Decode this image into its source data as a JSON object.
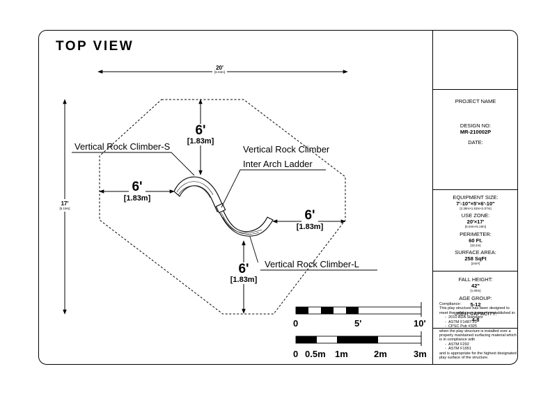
{
  "title": "TOP VIEW",
  "dims": {
    "width_ft": "20'",
    "width_m": "[6.04m]",
    "height_ft": "17'",
    "height_m": "[5.19m]",
    "zone_ft": "6'",
    "zone_m": "[1.83m]"
  },
  "callouts": {
    "climber_s": "Vertical Rock Climber-S",
    "inter_arch_1": "Vertical Rock Climber",
    "inter_arch_2": "Inter Arch Ladder",
    "climber_l": "Vertical Rock Climber-L"
  },
  "scale_ft": [
    "0",
    "5'",
    "10'"
  ],
  "scale_m": [
    "0",
    "0.5m",
    "1m",
    "2m",
    "3m"
  ],
  "panel": {
    "project_name": "PROJECT NAME",
    "design_no_label": "DESIGN NO:",
    "design_no": "MR-210002P",
    "date_label": "DATE:",
    "equipment_size_label": "EQUIPMENT SIZE:",
    "equipment_size": "7'-10\"×5'×6'-10\"",
    "equipment_size_m": "[2.38m×1.53m×2.07m]",
    "use_zone_label": "USE ZONE:",
    "use_zone": "20'×17'",
    "use_zone_m": "[6.04m×5.19m]",
    "perimeter_label": "PERIMETER:",
    "perimeter": "60 Ft.",
    "perimeter_m": "[18.2m]",
    "surface_area_label": "SURFACE AREA:",
    "surface_area": "258 SqFt",
    "surface_area_m": "[24m²]",
    "fall_height_label": "FALL HEIGHT:",
    "fall_height": "42\"",
    "fall_height_m": "[1.05m]",
    "age_group_label": "AGE GROUP:",
    "age_group": "5-12",
    "user_capacity_label": "USER CAPACITY:",
    "user_capacity": "4-8"
  },
  "compliance": {
    "heading": "Compliance:",
    "intro": "This play structure has been designed to meet the safety requirements established in:",
    "standards": [
      "2010 ADA Standard",
      "ASTM F1487-21",
      "CPSC Pub #325"
    ],
    "mid": "when the play structure is installed over a properly maintained surfacing material which is in compliance with",
    "surfacing": [
      "ASTM F292",
      "ASTM F1951"
    ],
    "outro": "and is appropriate for the highest designated play surface of the structure."
  }
}
